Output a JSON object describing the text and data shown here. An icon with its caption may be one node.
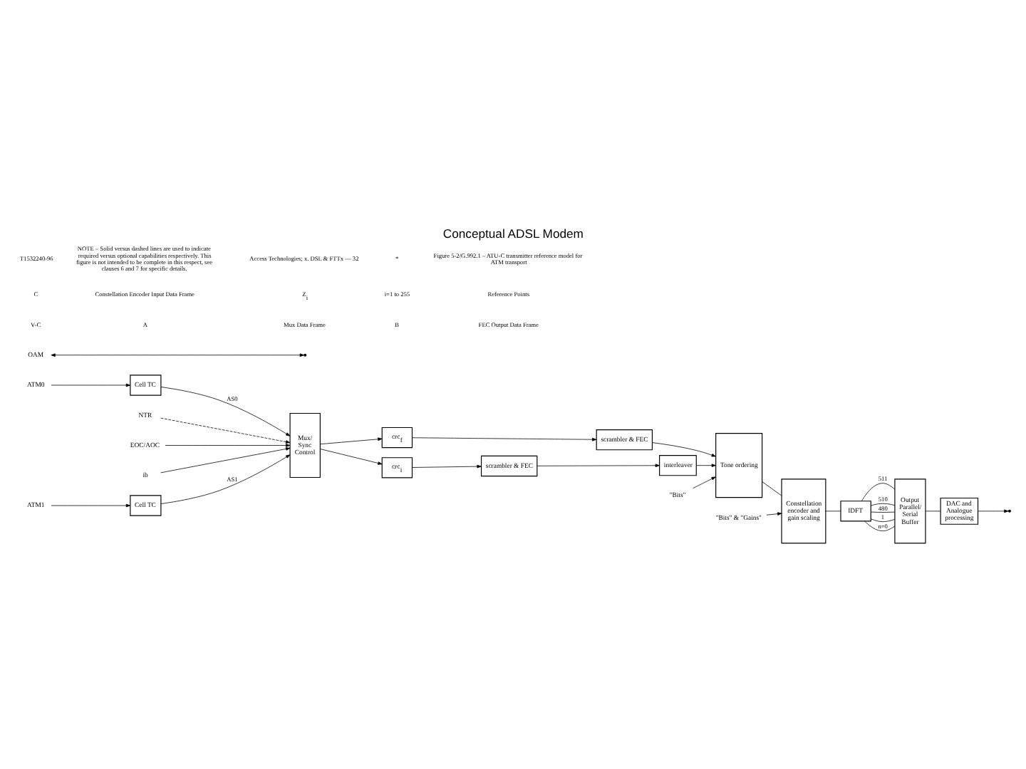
{
  "diagram": {
    "title": "Conceptual ADSL Modem",
    "caption": "Figure 5-2/G.992.1 – ATU-C transmitter reference model for ATM transport",
    "nodes": [
      {
        "text": [
          "ATM0"
        ]
      },
      {
        "text": [
          "ATM1"
        ]
      },
      {
        "text": [
          "NTR"
        ]
      },
      {
        "text": [
          "OAM"
        ]
      },
      {
        "text": [
          "EOC/AOC"
        ]
      },
      {
        "text": [
          "ib"
        ]
      },
      {
        "text": [
          "Cell TC"
        ]
      },
      {
        "text": [
          "Cell TC"
        ]
      },
      {
        "text": [
          "Mux/ Sync Control"
        ]
      },
      {
        "text": [
          "crc$_{f}$"
        ]
      },
      {
        "text": [
          "crc$_{i}$"
        ]
      },
      {
        "text": [
          "scrambler & FEC"
        ]
      },
      {
        "text": [
          "scrambler & FEC"
        ]
      },
      {
        "text": [
          "interleaver"
        ]
      },
      {
        "text": [
          "\"Bits\""
        ]
      },
      {
        "text": [
          "\"Bits\" & \"Gains\""
        ]
      },
      {
        "text": [
          "Tone ordering"
        ]
      },
      {
        "text": [
          "Constellation encoder and gain scaling"
        ]
      },
      {
        "text": [
          "IDFT"
        ]
      },
      {
        "text": [
          "Output Parallel/ Serial Buffer"
        ]
      },
      {
        "text": [
          "DAC and Analogue processing"
        ]
      }
    ],
    "edges": [
      {
        "from": 0,
        "to": 6,
        "arrow": "to"
      },
      {
        "from": 1,
        "to": 7,
        "arrow": "to"
      },
      {
        "from": 6,
        "to": 8,
        "arrow": "to",
        "label": "AS0"
      },
      {
        "from": 7,
        "to": 8,
        "arrow": "to",
        "label": "AS1"
      },
      {
        "from": 2,
        "to": 8,
        "arrow": "to",
        "style": "dashed"
      },
      {
        "from": 3,
        "to": null,
        "arrow": "both"
      },
      {
        "from": 4,
        "to": 8,
        "arrow": "to"
      },
      {
        "from": 5,
        "to": 8,
        "arrow": "to"
      },
      {
        "from": 8,
        "to": 9,
        "arrow": "to"
      },
      {
        "from": 8,
        "to": 10,
        "arrow": "to"
      },
      {
        "from": 9,
        "to": 11,
        "arrow": "to"
      },
      {
        "from": 10,
        "to": 12,
        "arrow": "to"
      },
      {
        "from": 12,
        "to": 13,
        "arrow": "to"
      },
      {
        "from": 11,
        "to": 16,
        "arrow": "to"
      },
      {
        "from": 13,
        "to": 16,
        "arrow": "to"
      },
      {
        "from": 14,
        "to": 16,
        "arrow": "to"
      },
      {
        "from": 15,
        "to": 17,
        "arrow": "to"
      },
      {
        "from": 16,
        "to": 17,
        "arrow": "none"
      },
      {
        "from": 17,
        "to": 18,
        "arrow": "none"
      },
      {
        "from": 18,
        "to": 19,
        "arrow": "none",
        "label": "511"
      },
      {
        "from": 18,
        "to": 19,
        "arrow": "none",
        "label": "510"
      },
      {
        "from": 18,
        "to": 19,
        "arrow": "none",
        "label": "480"
      },
      {
        "from": 18,
        "to": 19,
        "arrow": "none",
        "label": "1"
      },
      {
        "from": 18,
        "to": 19,
        "arrow": "none",
        "label": "n=0"
      },
      {
        "from": 19,
        "to": 20,
        "arrow": "none"
      },
      {
        "from": 20,
        "to": null,
        "arrow": "to"
      }
    ],
    "labels": [
      "V-C",
      "A",
      "Mux Data Frame",
      "B",
      "FEC Output Data Frame",
      "C",
      "Constellation Encoder Input Data Frame",
      "Z$_{i}$",
      "i=1 to 255",
      "Reference Points",
      "T1532240-96",
      "NOTE – Solid versus dashed lines are used to indicate required versus optional capabilities respectively. This figure is not intended to be complete in this respect, see clauses 6 and 7 for specific details.",
      "Access Technologies; x. DSL & FTTx — 32",
      "*"
    ]
  }
}
